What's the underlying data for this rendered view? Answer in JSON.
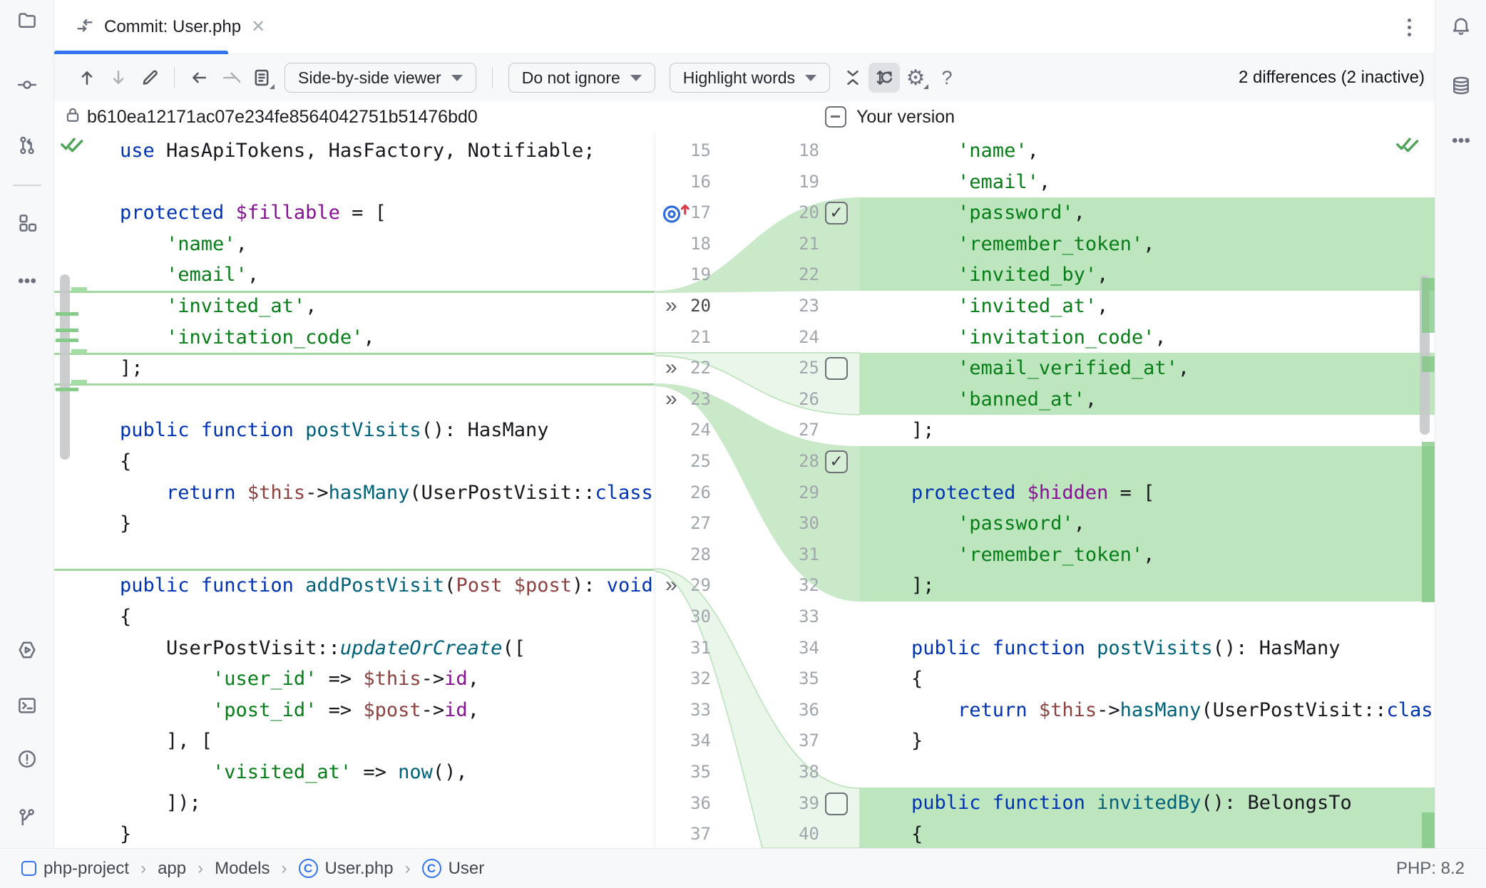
{
  "tab": {
    "title": "Commit: User.php",
    "close_glyph": "✕"
  },
  "toolbar": {
    "viewer_dropdown": "Side-by-side viewer",
    "ignore_dropdown": "Do not ignore",
    "highlight_dropdown": "Highlight words",
    "help_label": "?",
    "differences_label": "2 differences (2 inactive)"
  },
  "diff_header": {
    "left_revision": "b610ea12171ac07e234fe8564042751b51476bd0",
    "right_label": "Your version"
  },
  "rails": {
    "left": [
      {
        "icon": "folder-icon"
      },
      {
        "icon": "commit-icon"
      },
      {
        "icon": "pull-request-icon"
      },
      {
        "icon": "divider"
      },
      {
        "icon": "structure-icon"
      },
      {
        "icon": "more-icon"
      },
      {
        "icon": "run-icon"
      },
      {
        "icon": "terminal-icon"
      },
      {
        "icon": "problems-icon"
      },
      {
        "icon": "git-branch-icon"
      }
    ],
    "right": [
      {
        "icon": "bell-icon"
      },
      {
        "icon": "database-icon"
      },
      {
        "icon": "more-icon"
      }
    ]
  },
  "status_bar": {
    "breadcrumbs": [
      {
        "label": "php-project",
        "icon": "project-icon"
      },
      {
        "label": "app"
      },
      {
        "label": "Models"
      },
      {
        "label": "User.php",
        "icon": "class-icon"
      },
      {
        "label": "User",
        "icon": "class-icon"
      }
    ],
    "php_version": "PHP: 8.2"
  },
  "accents": {
    "accent_blue": "#3574f0",
    "diff_insert_green": "#bee6be",
    "diff_gutter_green": "#c9e9c9",
    "diff_inactive_green": "#eaf6ea",
    "separator_green": "#a3d8a3",
    "check_green": "#4fa458"
  },
  "code": {
    "left_lines": [
      {
        "n": 15,
        "seg": [
          [
            "kw",
            "use"
          ],
          [
            "pl",
            " HasApiTokens, HasFactory, Notifiable;"
          ]
        ]
      },
      {
        "n": 16,
        "seg": []
      },
      {
        "n": 17,
        "seg": [
          [
            "kw",
            "protected"
          ],
          [
            "fld",
            " $fillable"
          ],
          [
            "pl",
            " = ["
          ]
        ],
        "marker": "target"
      },
      {
        "n": 18,
        "seg": [
          [
            "str",
            "    'name'"
          ],
          [
            "pl",
            ","
          ]
        ]
      },
      {
        "n": 19,
        "seg": [
          [
            "str",
            "    'email'"
          ],
          [
            "pl",
            ","
          ]
        ]
      },
      {
        "n": 20,
        "seg": [
          [
            "str",
            "    'invited_at'"
          ],
          [
            "pl",
            ","
          ]
        ],
        "marker": "chev",
        "dark": true
      },
      {
        "n": 21,
        "seg": [
          [
            "str",
            "    'invitation_code'"
          ],
          [
            "pl",
            ","
          ]
        ]
      },
      {
        "n": 22,
        "seg": [
          [
            "pl",
            "];"
          ]
        ],
        "marker": "chev"
      },
      {
        "n": 23,
        "seg": [],
        "marker": "chev"
      },
      {
        "n": 24,
        "seg": [
          [
            "kw",
            "public function "
          ],
          [
            "fn",
            "postVisits"
          ],
          [
            "pl",
            "(): HasMany"
          ]
        ]
      },
      {
        "n": 25,
        "seg": [
          [
            "pl",
            "{"
          ]
        ]
      },
      {
        "n": 26,
        "seg": [
          [
            "kw",
            "    return "
          ],
          [
            "var",
            "$this"
          ],
          [
            "pl",
            "->"
          ],
          [
            "fn",
            "hasMany"
          ],
          [
            "pl",
            "(UserPostVisit::"
          ],
          [
            "kw",
            "class"
          ],
          [
            "pl",
            ");"
          ]
        ]
      },
      {
        "n": 27,
        "seg": [
          [
            "pl",
            "}"
          ]
        ]
      },
      {
        "n": 28,
        "seg": []
      },
      {
        "n": 29,
        "seg": [
          [
            "kw",
            "public function "
          ],
          [
            "fn",
            "addPostVisit"
          ],
          [
            "pl",
            "("
          ],
          [
            "var",
            "Post $post"
          ],
          [
            "pl",
            "): "
          ],
          [
            "kw",
            "void"
          ]
        ],
        "marker": "chev"
      },
      {
        "n": 30,
        "seg": [
          [
            "pl",
            "{"
          ]
        ]
      },
      {
        "n": 31,
        "seg": [
          [
            "pl",
            "    UserPostVisit::"
          ],
          [
            "fni",
            "updateOrCreate"
          ],
          [
            "pl",
            "(["
          ]
        ]
      },
      {
        "n": 32,
        "seg": [
          [
            "str",
            "        'user_id'"
          ],
          [
            "pl",
            " => "
          ],
          [
            "var",
            "$this"
          ],
          [
            "pl",
            "->"
          ],
          [
            "fld",
            "id"
          ],
          [
            "pl",
            ","
          ]
        ]
      },
      {
        "n": 33,
        "seg": [
          [
            "str",
            "        'post_id'"
          ],
          [
            "pl",
            " => "
          ],
          [
            "var",
            "$post"
          ],
          [
            "pl",
            "->"
          ],
          [
            "fld",
            "id"
          ],
          [
            "pl",
            ","
          ]
        ]
      },
      {
        "n": 34,
        "seg": [
          [
            "pl",
            "    ], ["
          ]
        ]
      },
      {
        "n": 35,
        "seg": [
          [
            "str",
            "        'visited_at'"
          ],
          [
            "pl",
            " => "
          ],
          [
            "fn",
            "now"
          ],
          [
            "pl",
            "(),"
          ]
        ]
      },
      {
        "n": 36,
        "seg": [
          [
            "pl",
            "    ]);"
          ]
        ]
      },
      {
        "n": 37,
        "seg": [
          [
            "pl",
            "}"
          ]
        ]
      }
    ],
    "right_lines": [
      {
        "n": 18,
        "seg": [
          [
            "str",
            "        'name'"
          ],
          [
            "pl",
            ","
          ]
        ]
      },
      {
        "n": 19,
        "seg": [
          [
            "str",
            "        'email'"
          ],
          [
            "pl",
            ","
          ]
        ]
      },
      {
        "n": 20,
        "seg": [
          [
            "str",
            "        'password'"
          ],
          [
            "pl",
            ","
          ]
        ],
        "green": true,
        "checkbox": "checked"
      },
      {
        "n": 21,
        "seg": [
          [
            "str",
            "        'remember_token'"
          ],
          [
            "pl",
            ","
          ]
        ],
        "green": true
      },
      {
        "n": 22,
        "seg": [
          [
            "str",
            "        'invited_by'"
          ],
          [
            "pl",
            ","
          ]
        ],
        "green": true
      },
      {
        "n": 23,
        "seg": [
          [
            "str",
            "        'invited_at'"
          ],
          [
            "pl",
            ","
          ]
        ]
      },
      {
        "n": 24,
        "seg": [
          [
            "str",
            "        'invitation_code'"
          ],
          [
            "pl",
            ","
          ]
        ]
      },
      {
        "n": 25,
        "seg": [
          [
            "str",
            "        'email_verified_at'"
          ],
          [
            "pl",
            ","
          ]
        ],
        "green": true,
        "checkbox": "unchecked"
      },
      {
        "n": 26,
        "seg": [
          [
            "str",
            "        'banned_at'"
          ],
          [
            "pl",
            ","
          ]
        ],
        "green": true
      },
      {
        "n": 27,
        "seg": [
          [
            "pl",
            "    ];"
          ]
        ]
      },
      {
        "n": 28,
        "seg": [],
        "green": true,
        "checkbox": "checked"
      },
      {
        "n": 29,
        "seg": [
          [
            "kw",
            "    protected"
          ],
          [
            "fld",
            " $hidden"
          ],
          [
            "pl",
            " = ["
          ]
        ],
        "green": true
      },
      {
        "n": 30,
        "seg": [
          [
            "str",
            "        'password'"
          ],
          [
            "pl",
            ","
          ]
        ],
        "green": true
      },
      {
        "n": 31,
        "seg": [
          [
            "str",
            "        'remember_token'"
          ],
          [
            "pl",
            ","
          ]
        ],
        "green": true
      },
      {
        "n": 32,
        "seg": [
          [
            "pl",
            "    ];"
          ]
        ],
        "green": true
      },
      {
        "n": 33,
        "seg": []
      },
      {
        "n": 34,
        "seg": [
          [
            "kw",
            "    public function "
          ],
          [
            "fn",
            "postVisits"
          ],
          [
            "pl",
            "(): HasMany"
          ]
        ]
      },
      {
        "n": 35,
        "seg": [
          [
            "pl",
            "    {"
          ]
        ]
      },
      {
        "n": 36,
        "seg": [
          [
            "kw",
            "        return "
          ],
          [
            "var",
            "$this"
          ],
          [
            "pl",
            "->"
          ],
          [
            "fn",
            "hasMany"
          ],
          [
            "pl",
            "(UserPostVisit::"
          ],
          [
            "kw",
            "class"
          ],
          [
            "pl",
            ");"
          ]
        ]
      },
      {
        "n": 37,
        "seg": [
          [
            "pl",
            "    }"
          ]
        ]
      },
      {
        "n": 38,
        "seg": []
      },
      {
        "n": 39,
        "seg": [
          [
            "kw",
            "    public function "
          ],
          [
            "fn",
            "invitedBy"
          ],
          [
            "pl",
            "(): BelongsTo"
          ]
        ],
        "green": true,
        "checkbox": "unchecked"
      },
      {
        "n": 40,
        "seg": [
          [
            "pl",
            "    {"
          ]
        ],
        "green": true
      }
    ]
  }
}
